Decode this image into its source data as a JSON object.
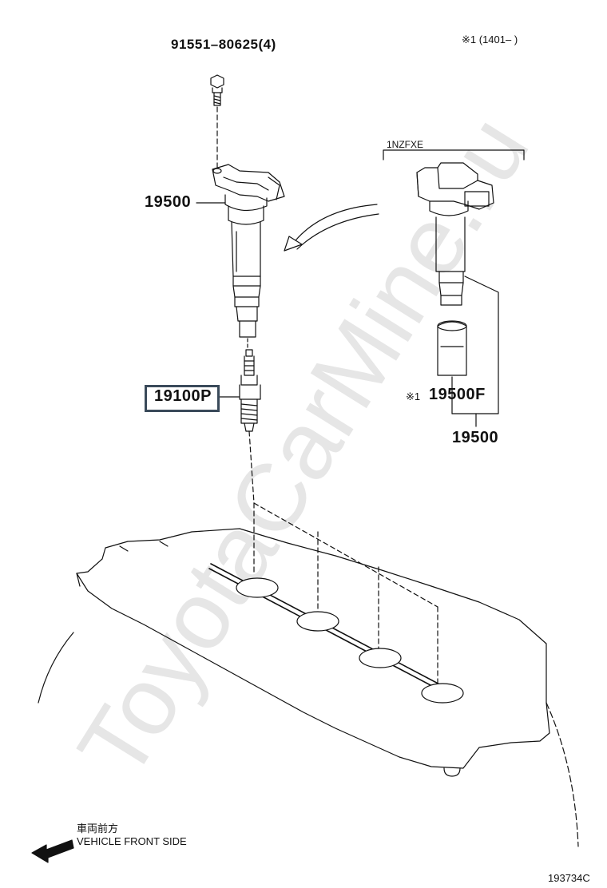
{
  "watermark": "ToyotaCarMine.ru",
  "note_top_right": "※1 (1401–      )",
  "engine_label": "1NZFXE",
  "parts": {
    "bolt": "91551–80625(4)",
    "coil_main": "19500",
    "spark_plug": "19100P",
    "coil_alt": "19500",
    "coil_alt_sub_prefix": "※1",
    "coil_alt_sub": "19500F"
  },
  "direction": {
    "jp": "車両前方",
    "en": "VEHICLE FRONT SIDE"
  },
  "figure_id": "193734C",
  "highlight_color": "#3a4a5a"
}
